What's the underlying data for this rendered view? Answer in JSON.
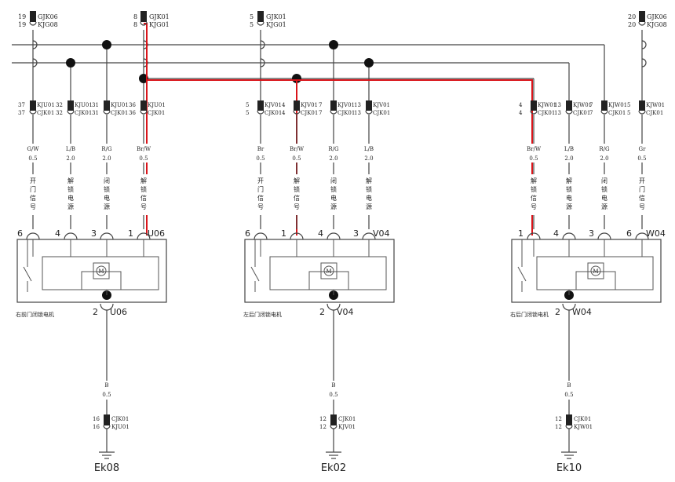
{
  "top_connectors": {
    "c1": {
      "pin": "19",
      "code1": "GJK06",
      "code2": "KJG08"
    },
    "c2": {
      "pin": "8",
      "code1": "GJK01",
      "code2": "KJG01"
    },
    "c3": {
      "pin": "5",
      "code1": "GJK01",
      "code2": "KJG01"
    },
    "c4": {
      "pin": "20",
      "code1": "GJK06",
      "code2": "KJG08"
    }
  },
  "mid_connectors": [
    {
      "pin": "37",
      "code1": "KJU01",
      "code2": "CJK01"
    },
    {
      "pin": "32",
      "code1": "KJU01",
      "code2": "CJK01"
    },
    {
      "pin": "31",
      "code1": "KJU01",
      "code2": "CJK01"
    },
    {
      "pin": "36",
      "code1": "KJU01",
      "code2": "CJK01"
    },
    {
      "pin": "5",
      "code1": "KJV01",
      "code2": "CJK01"
    },
    {
      "pin": "4",
      "code1": "KJV01",
      "code2": "CJK01"
    },
    {
      "pin": "7",
      "code1": "KJV01",
      "code2": "CJK01"
    },
    {
      "pin": "13",
      "code1": "KJV01",
      "code2": "CJK01"
    },
    {
      "pin": "4",
      "code1": "KJW01",
      "code2": "CJK01"
    },
    {
      "pin": "13",
      "code1": "KJW01",
      "code2": "CJK01"
    },
    {
      "pin": "7",
      "code1": "KJW01",
      "code2": "CJK01"
    },
    {
      "pin": "5",
      "code1": "KJW01",
      "code2": "CJK01"
    }
  ],
  "wires": [
    {
      "color": "G/W",
      "size": "0.5",
      "signal": "开门信号"
    },
    {
      "color": "L/B",
      "size": "2.0",
      "signal": "解锁电源"
    },
    {
      "color": "R/G",
      "size": "2.0",
      "signal": "闭锁电源"
    },
    {
      "color": "Br/W",
      "size": "0.5",
      "signal": "解锁信号"
    },
    {
      "color": "Br",
      "size": "0.5",
      "signal": "开门信号"
    },
    {
      "color": "Br/W",
      "size": "0.5",
      "signal": "解锁信号"
    },
    {
      "color": "R/G",
      "size": "2.0",
      "signal": "闭锁电源"
    },
    {
      "color": "L/B",
      "size": "2.0",
      "signal": "解锁电源"
    },
    {
      "color": "Br/W",
      "size": "0.5",
      "signal": "解锁信号"
    },
    {
      "color": "L/B",
      "size": "2.0",
      "signal": "解锁电源"
    },
    {
      "color": "R/G",
      "size": "2.0",
      "signal": "闭锁电源"
    },
    {
      "color": "Gr",
      "size": "0.5",
      "signal": "开门信号"
    }
  ],
  "modules": [
    {
      "id": "U06",
      "pins": [
        "6",
        "4",
        "3",
        "1"
      ],
      "bottom_pin": "2",
      "bottom_id": "U06",
      "label": "右前门闭锁电机",
      "motor": "M"
    },
    {
      "id": "V04",
      "pins": [
        "6",
        "1",
        "4",
        "3"
      ],
      "bottom_pin": "2",
      "bottom_id": "V04",
      "label": "左后门闭锁电机",
      "motor": "M"
    },
    {
      "id": "W04",
      "pins": [
        "1",
        "4",
        "3",
        "6"
      ],
      "bottom_pin": "2",
      "bottom_id": "W04",
      "label": "右后门闭锁电机",
      "motor": "M"
    }
  ],
  "ground_wires": [
    {
      "color": "B",
      "size": "0.5"
    },
    {
      "color": "B",
      "size": "0.5"
    },
    {
      "color": "B",
      "size": "0.5"
    }
  ],
  "bottom_connectors": [
    {
      "pin": "16",
      "code1": "CJK01",
      "code2": "KJU01"
    },
    {
      "pin": "12",
      "code1": "CJK01",
      "code2": "KJV01"
    },
    {
      "pin": "12",
      "code1": "CJK01",
      "code2": "KJW01"
    }
  ],
  "grounds": [
    "Ek08",
    "Ek02",
    "Ek10"
  ],
  "highlight_color": "#d9141a"
}
